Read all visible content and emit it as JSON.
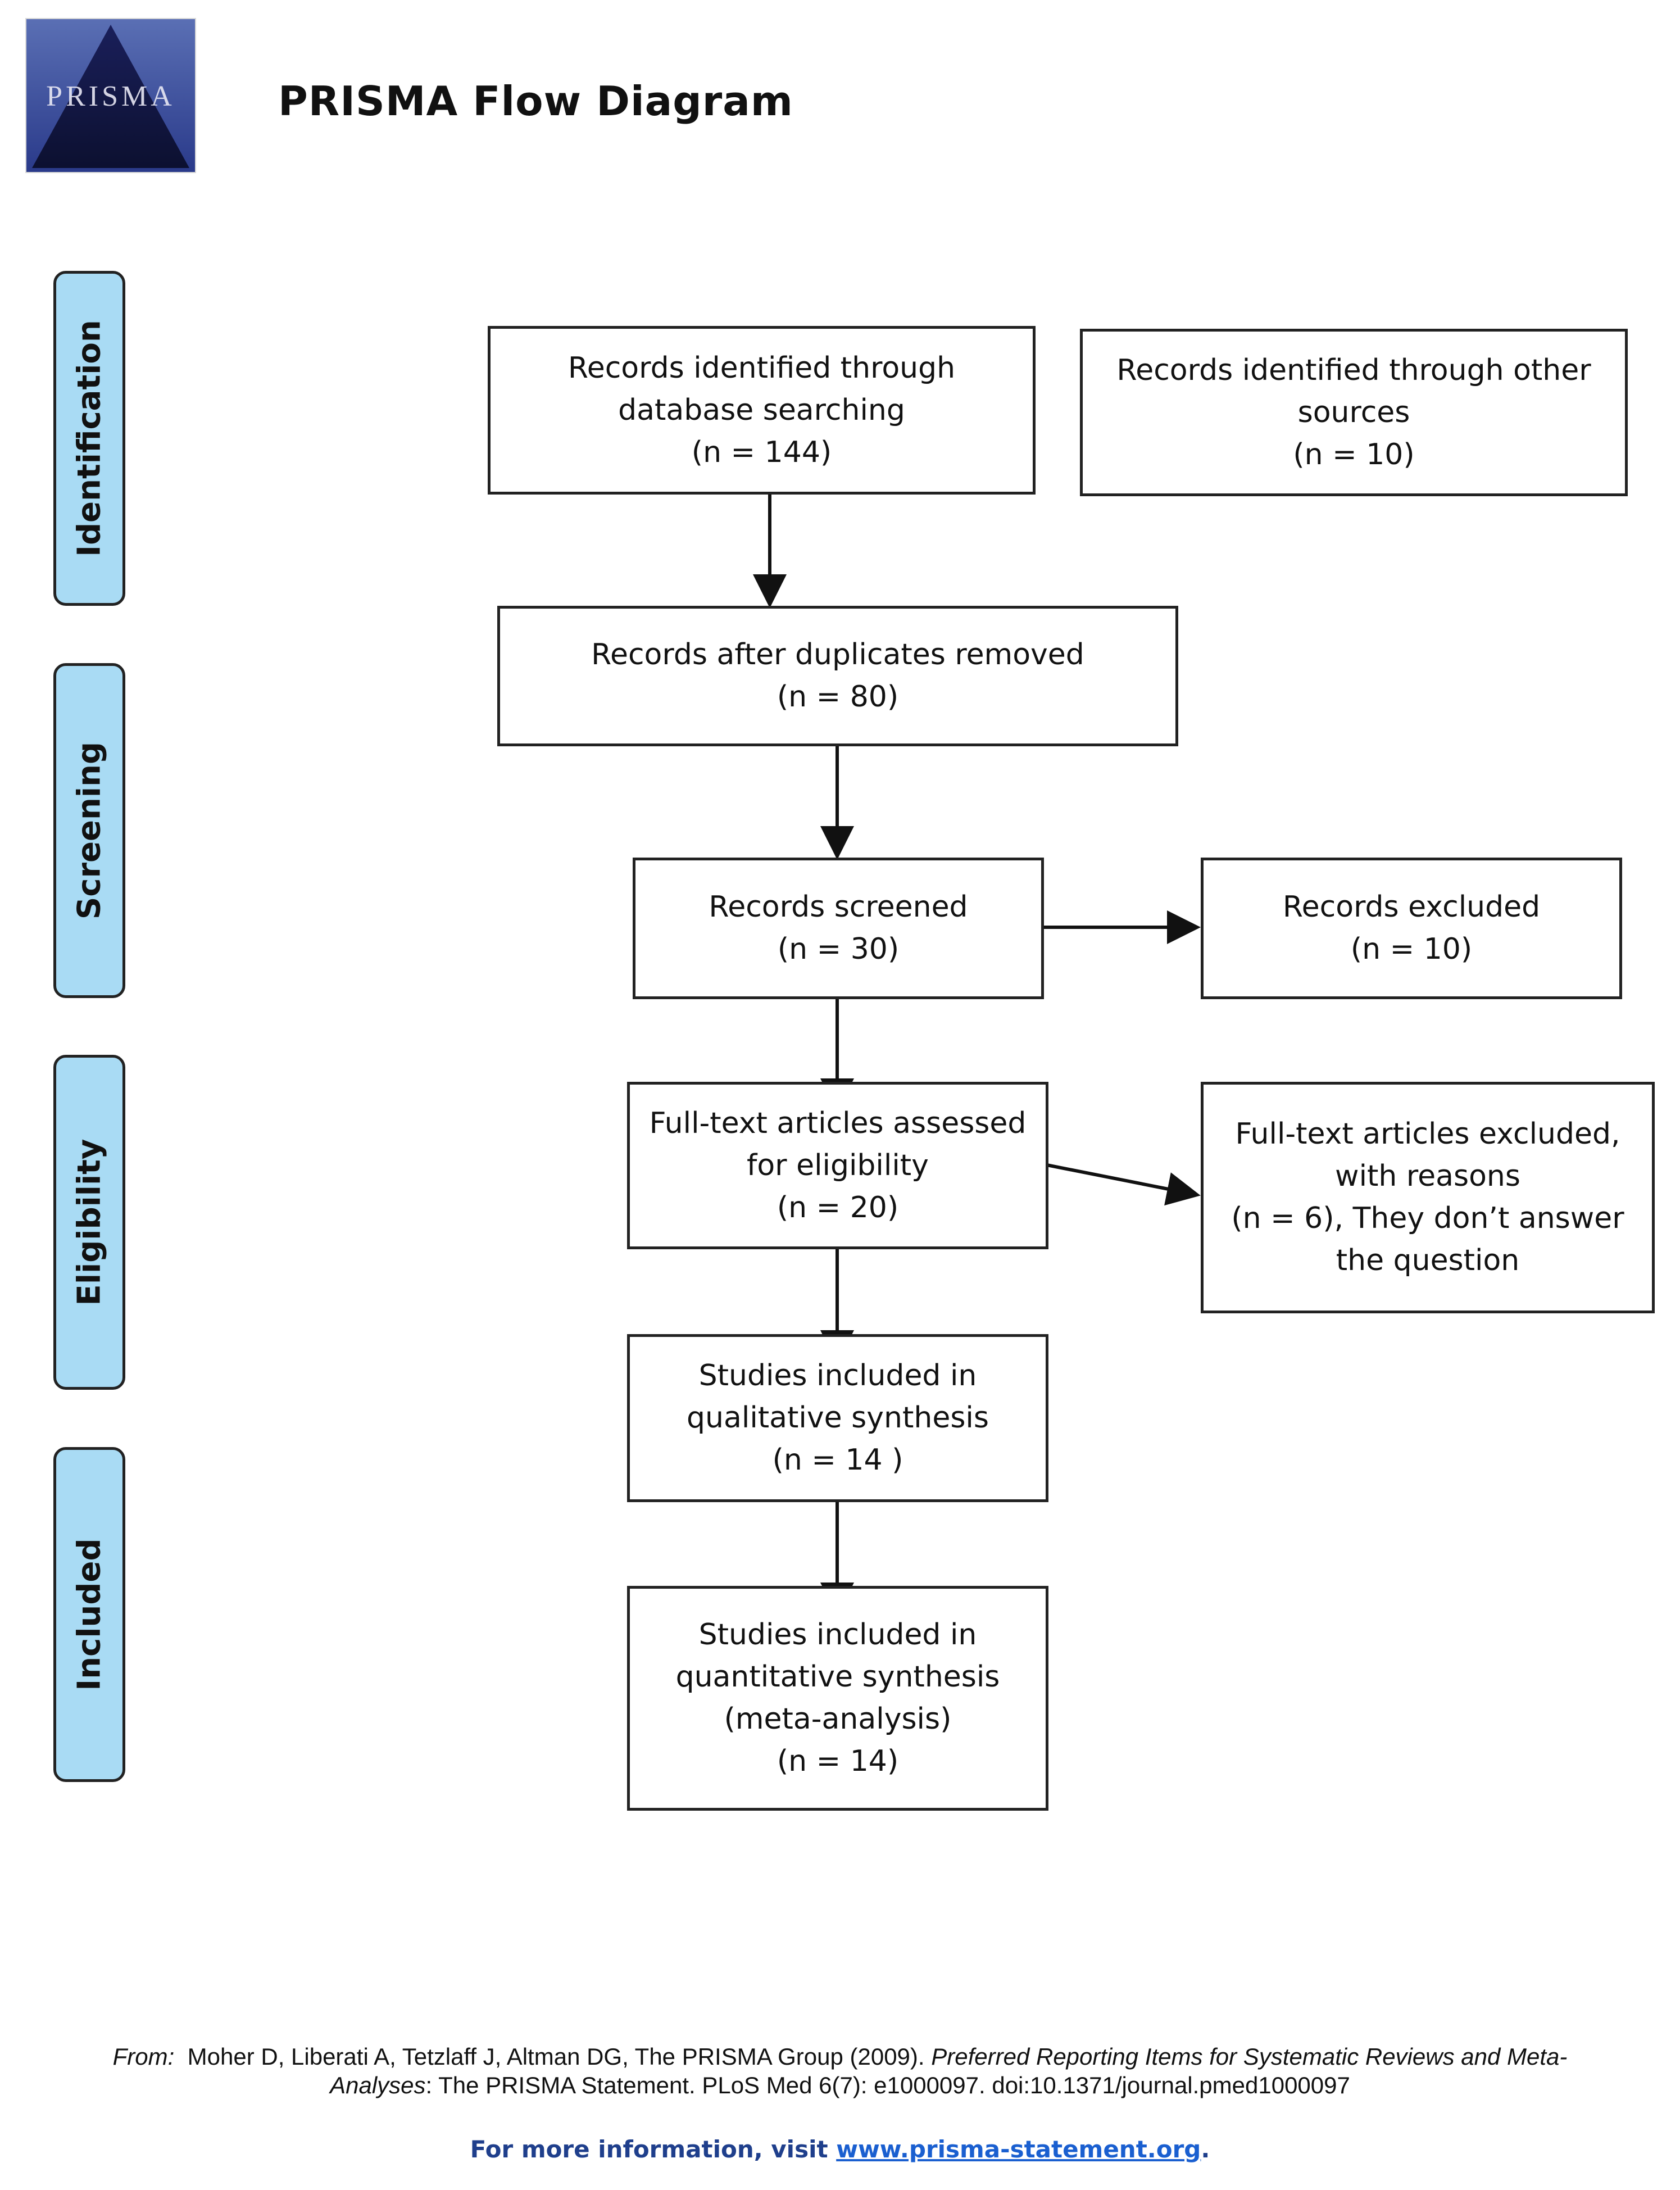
{
  "header": {
    "logo_text": "PRISMA",
    "title": "PRISMA Flow Diagram"
  },
  "phases": {
    "identification": "Identification",
    "screening": "Screening",
    "eligibility": "Eligibility",
    "included": "Included"
  },
  "boxes": {
    "db_search": [
      "Records identified through",
      "database searching",
      "(n = 144)"
    ],
    "other_sources": [
      "Records identified through other",
      "sources",
      "(n = 10)"
    ],
    "after_duplicates": [
      "Records after duplicates removed",
      "(n = 80)"
    ],
    "screened": [
      "Records screened",
      "(n = 30)"
    ],
    "excluded": [
      "Records excluded",
      "(n = 10)"
    ],
    "fulltext_assessed": [
      "Full-text articles assessed",
      "for eligibility",
      "(n = 20)"
    ],
    "fulltext_excluded": [
      "Full-text articles excluded,",
      "with reasons",
      "(n = 6), They don’t answer",
      "the question"
    ],
    "qualitative": [
      "Studies included in",
      "qualitative synthesis",
      "(n =  14 )"
    ],
    "quantitative": [
      "Studies included in",
      "quantitative synthesis",
      "(meta-analysis)",
      "(n = 14)"
    ]
  },
  "footer": {
    "from_label": "From:",
    "citation_authors": "Moher D, Liberati A, Tetzlaff J, Altman DG, The PRISMA Group (2009).",
    "citation_title_line1": "Preferred Reporting Items for Systematic Reviews and Meta-",
    "citation_title_line2": "Analyses",
    "citation_rest": ": The PRISMA Statement. PLoS Med 6(7): e1000097. doi:10.1371/journal.pmed1000097",
    "more_info_prefix": "For more information, visit ",
    "more_info_link": "www.prisma-statement.org",
    "more_info_suffix": "."
  }
}
